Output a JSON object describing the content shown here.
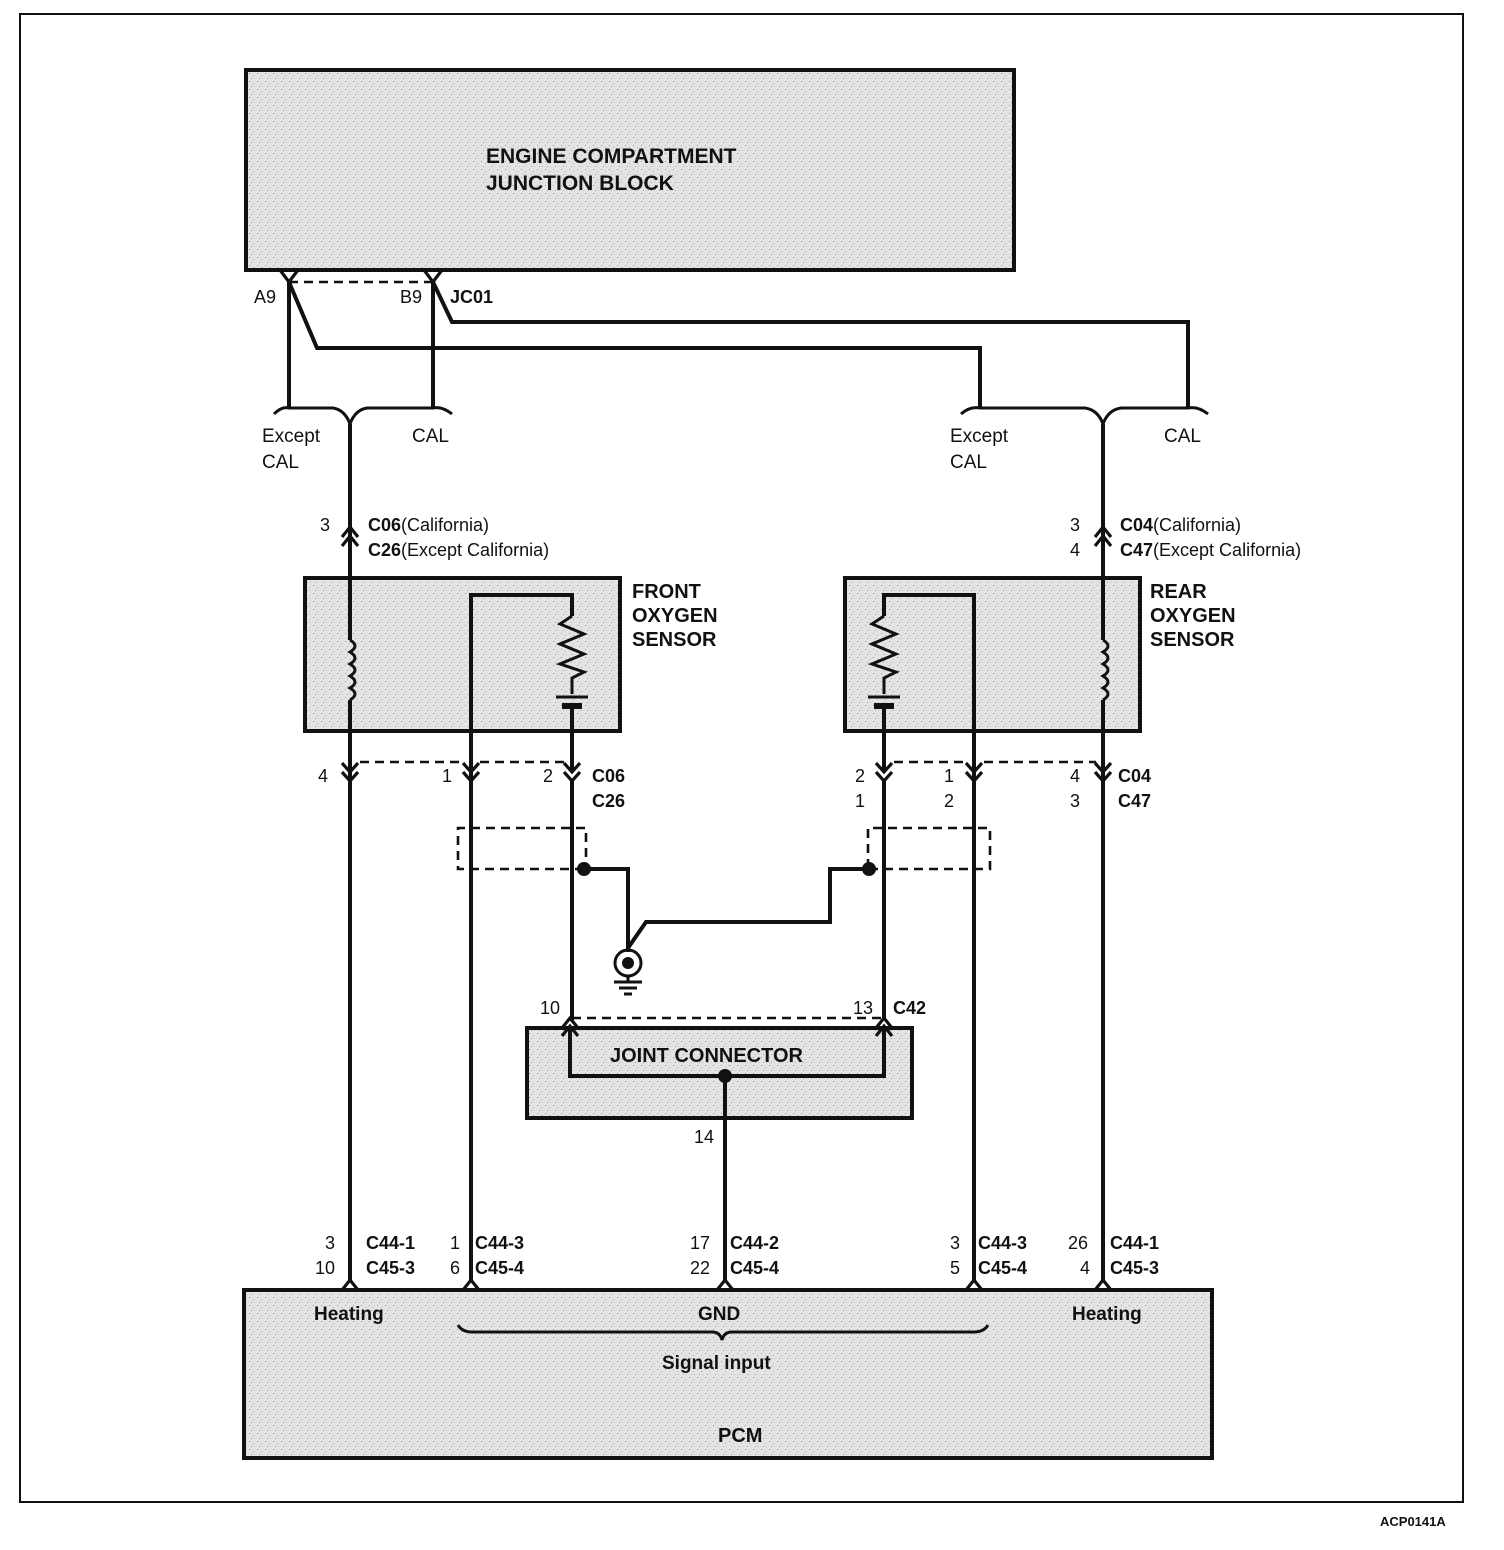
{
  "blocks": {
    "junction": [
      "ENGINE COMPARTMENT",
      "JUNCTION BLOCK"
    ],
    "front_sensor": [
      "FRONT",
      "OXYGEN",
      "SENSOR"
    ],
    "rear_sensor": [
      "REAR",
      "OXYGEN",
      "SENSOR"
    ],
    "joint": "JOINT CONNECTOR",
    "pcm": "PCM"
  },
  "junction_pins": {
    "a": "A9",
    "b": "B9",
    "connector": "JC01"
  },
  "branches": {
    "left": {
      "except": [
        "Except",
        "CAL"
      ],
      "cal": "CAL"
    },
    "right": {
      "except": [
        "Except",
        "CAL"
      ],
      "cal": "CAL"
    }
  },
  "front_upper": {
    "pin": "3",
    "line1": {
      "code": "C06",
      "note": "(California)"
    },
    "line2": {
      "code": "C26",
      "note": "(Except California)"
    }
  },
  "rear_upper": {
    "pin1": "3",
    "pin2": "4",
    "line1": {
      "code": "C04",
      "note": "(California)"
    },
    "line2": {
      "code": "C47",
      "note": "(Except California)"
    }
  },
  "front_lower": {
    "pins": [
      "4",
      "1",
      "2"
    ],
    "codes": [
      "C06",
      "C26"
    ]
  },
  "rear_lower": {
    "pins_top": [
      "2",
      "1",
      "4"
    ],
    "pins_bottom": [
      "1",
      "2",
      "3"
    ],
    "codes": [
      "C04",
      "C47"
    ]
  },
  "joint_pins": {
    "left": "10",
    "right": "13",
    "connector": "C42",
    "out": "14"
  },
  "pcm_pins": [
    {
      "p1": "3",
      "p2": "10",
      "c1": "C44-1",
      "c2": "C45-3"
    },
    {
      "p1": "1",
      "p2": "6",
      "c1": "C44-3",
      "c2": "C45-4"
    },
    {
      "p1": "17",
      "p2": "22",
      "c1": "C44-2",
      "c2": "C45-4"
    },
    {
      "p1": "3",
      "p2": "5",
      "c1": "C44-3",
      "c2": "C45-4"
    },
    {
      "p1": "26",
      "p2": "4",
      "c1": "C44-1",
      "c2": "C45-3"
    }
  ],
  "pcm_labels": {
    "heating_left": "Heating",
    "gnd": "GND",
    "signal": "Signal input",
    "heating_right": "Heating"
  },
  "figure_code": "ACP0141A"
}
